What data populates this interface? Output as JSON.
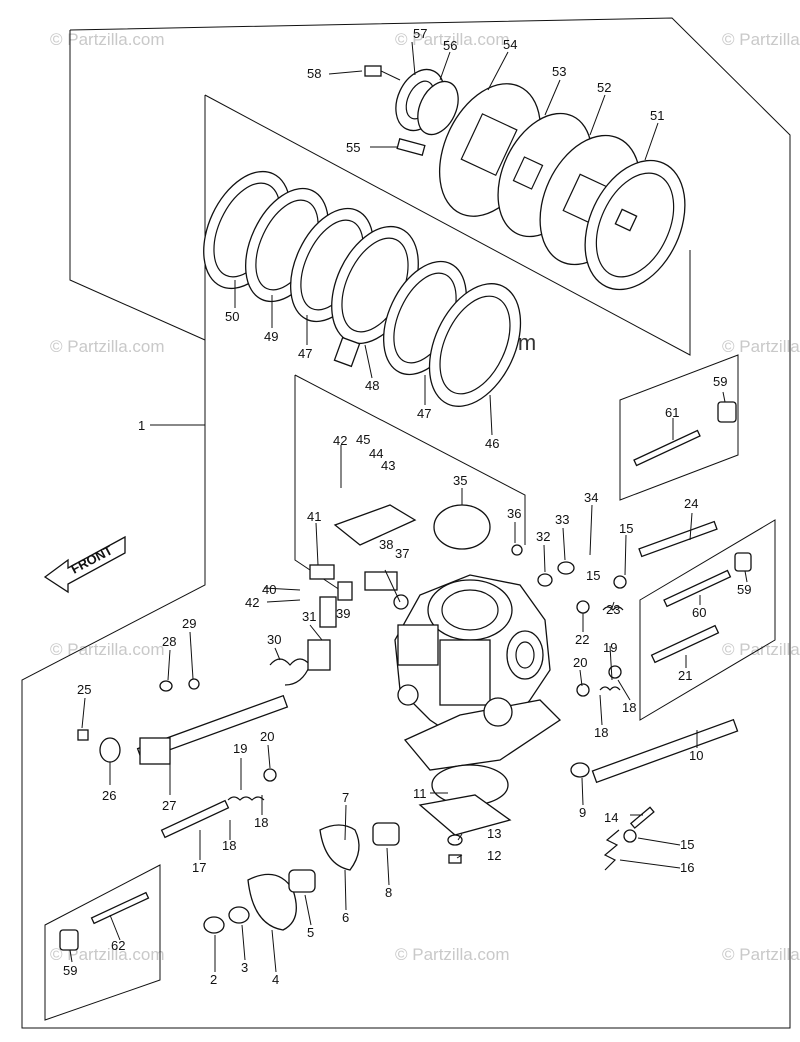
{
  "watermark_text": "© Partzilla.com",
  "front_label": "FRONT",
  "callouts": [
    {
      "id": "c1",
      "text": "1"
    },
    {
      "id": "c2",
      "text": "2"
    },
    {
      "id": "c3",
      "text": "3"
    },
    {
      "id": "c4",
      "text": "4"
    },
    {
      "id": "c5",
      "text": "5"
    },
    {
      "id": "c6",
      "text": "6"
    },
    {
      "id": "c7",
      "text": "7"
    },
    {
      "id": "c8",
      "text": "8"
    },
    {
      "id": "c9",
      "text": "9"
    },
    {
      "id": "c10",
      "text": "10"
    },
    {
      "id": "c11",
      "text": "11"
    },
    {
      "id": "c12",
      "text": "12"
    },
    {
      "id": "c13",
      "text": "13"
    },
    {
      "id": "c14",
      "text": "14"
    },
    {
      "id": "c15a",
      "text": "15"
    },
    {
      "id": "c15b",
      "text": "15"
    },
    {
      "id": "c15c",
      "text": "15"
    },
    {
      "id": "c16",
      "text": "16"
    },
    {
      "id": "c17",
      "text": "17"
    },
    {
      "id": "c18a",
      "text": "18"
    },
    {
      "id": "c18b",
      "text": "18"
    },
    {
      "id": "c18c",
      "text": "18"
    },
    {
      "id": "c18d",
      "text": "18"
    },
    {
      "id": "c19a",
      "text": "19"
    },
    {
      "id": "c19b",
      "text": "19"
    },
    {
      "id": "c20a",
      "text": "20"
    },
    {
      "id": "c20b",
      "text": "20"
    },
    {
      "id": "c21",
      "text": "21"
    },
    {
      "id": "c22",
      "text": "22"
    },
    {
      "id": "c23",
      "text": "23"
    },
    {
      "id": "c24",
      "text": "24"
    },
    {
      "id": "c25",
      "text": "25"
    },
    {
      "id": "c26",
      "text": "26"
    },
    {
      "id": "c27",
      "text": "27"
    },
    {
      "id": "c28",
      "text": "28"
    },
    {
      "id": "c29",
      "text": "29"
    },
    {
      "id": "c30",
      "text": "30"
    },
    {
      "id": "c31",
      "text": "31"
    },
    {
      "id": "c32",
      "text": "32"
    },
    {
      "id": "c33",
      "text": "33"
    },
    {
      "id": "c34",
      "text": "34"
    },
    {
      "id": "c35",
      "text": "35"
    },
    {
      "id": "c36",
      "text": "36"
    },
    {
      "id": "c37",
      "text": "37"
    },
    {
      "id": "c38",
      "text": "38"
    },
    {
      "id": "c39",
      "text": "39"
    },
    {
      "id": "c40",
      "text": "40"
    },
    {
      "id": "c41",
      "text": "41"
    },
    {
      "id": "c42a",
      "text": "42"
    },
    {
      "id": "c42b",
      "text": "42"
    },
    {
      "id": "c43",
      "text": "43"
    },
    {
      "id": "c44",
      "text": "44"
    },
    {
      "id": "c45",
      "text": "45"
    },
    {
      "id": "c46",
      "text": "46"
    },
    {
      "id": "c47a",
      "text": "47"
    },
    {
      "id": "c47b",
      "text": "47"
    },
    {
      "id": "c48",
      "text": "48"
    },
    {
      "id": "c49",
      "text": "49"
    },
    {
      "id": "c50",
      "text": "50"
    },
    {
      "id": "c51",
      "text": "51"
    },
    {
      "id": "c52",
      "text": "52"
    },
    {
      "id": "c53",
      "text": "53"
    },
    {
      "id": "c54",
      "text": "54"
    },
    {
      "id": "c55",
      "text": "55"
    },
    {
      "id": "c56",
      "text": "56"
    },
    {
      "id": "c57",
      "text": "57"
    },
    {
      "id": "c58",
      "text": "58"
    },
    {
      "id": "c59a",
      "text": "59"
    },
    {
      "id": "c59b",
      "text": "59"
    },
    {
      "id": "c59c",
      "text": "59"
    },
    {
      "id": "c60",
      "text": "60"
    },
    {
      "id": "c61",
      "text": "61"
    },
    {
      "id": "c62",
      "text": "62"
    }
  ]
}
